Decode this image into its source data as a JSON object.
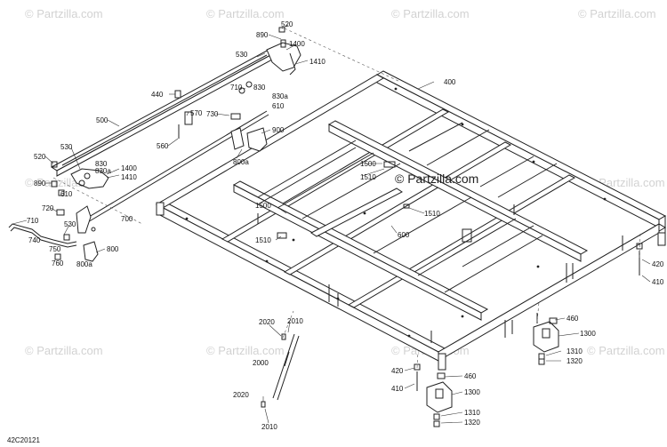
{
  "watermark_text": "© Partzilla.com",
  "center_watermark": "© Partzilla.com",
  "diagram_code": "42C20121",
  "labels": {
    "l520a": "520",
    "l890a": "890",
    "l1400a": "1400",
    "l1410a": "1410",
    "l530a": "530",
    "l710a": "710",
    "l830a": "830",
    "l830aa": "830a",
    "l610a": "610",
    "l440": "440",
    "l570": "570",
    "l730": "730",
    "l900": "900",
    "l500": "500",
    "l560": "560",
    "l800a": "800a",
    "l530b": "530",
    "l520b": "520",
    "l830b": "830",
    "l830ab": "830a",
    "l1400b": "1400",
    "l1410b": "1410",
    "l890b": "890",
    "l610b": "610",
    "l720": "720",
    "l710b": "710",
    "l700": "700",
    "l530c": "530",
    "l740": "740",
    "l750": "750",
    "l760": "760",
    "l800": "800",
    "l800ab": "800a",
    "l400": "400",
    "l1500a": "1500",
    "l1510a": "1510",
    "l1510b": "1510",
    "l1500b": "1500",
    "l1510c": "1510",
    "l600": "600",
    "l420a": "420",
    "l410a": "410",
    "l460a": "460",
    "l1300a": "1300",
    "l1310a": "1310",
    "l1320a": "1320",
    "l2020a": "2020",
    "l2010a": "2010",
    "l2000": "2000",
    "l2020b": "2020",
    "l2010b": "2010",
    "l420b": "420",
    "l410b": "410",
    "l460b": "460",
    "l1300b": "1300",
    "l1310b": "1310",
    "l1320b": "1320"
  }
}
